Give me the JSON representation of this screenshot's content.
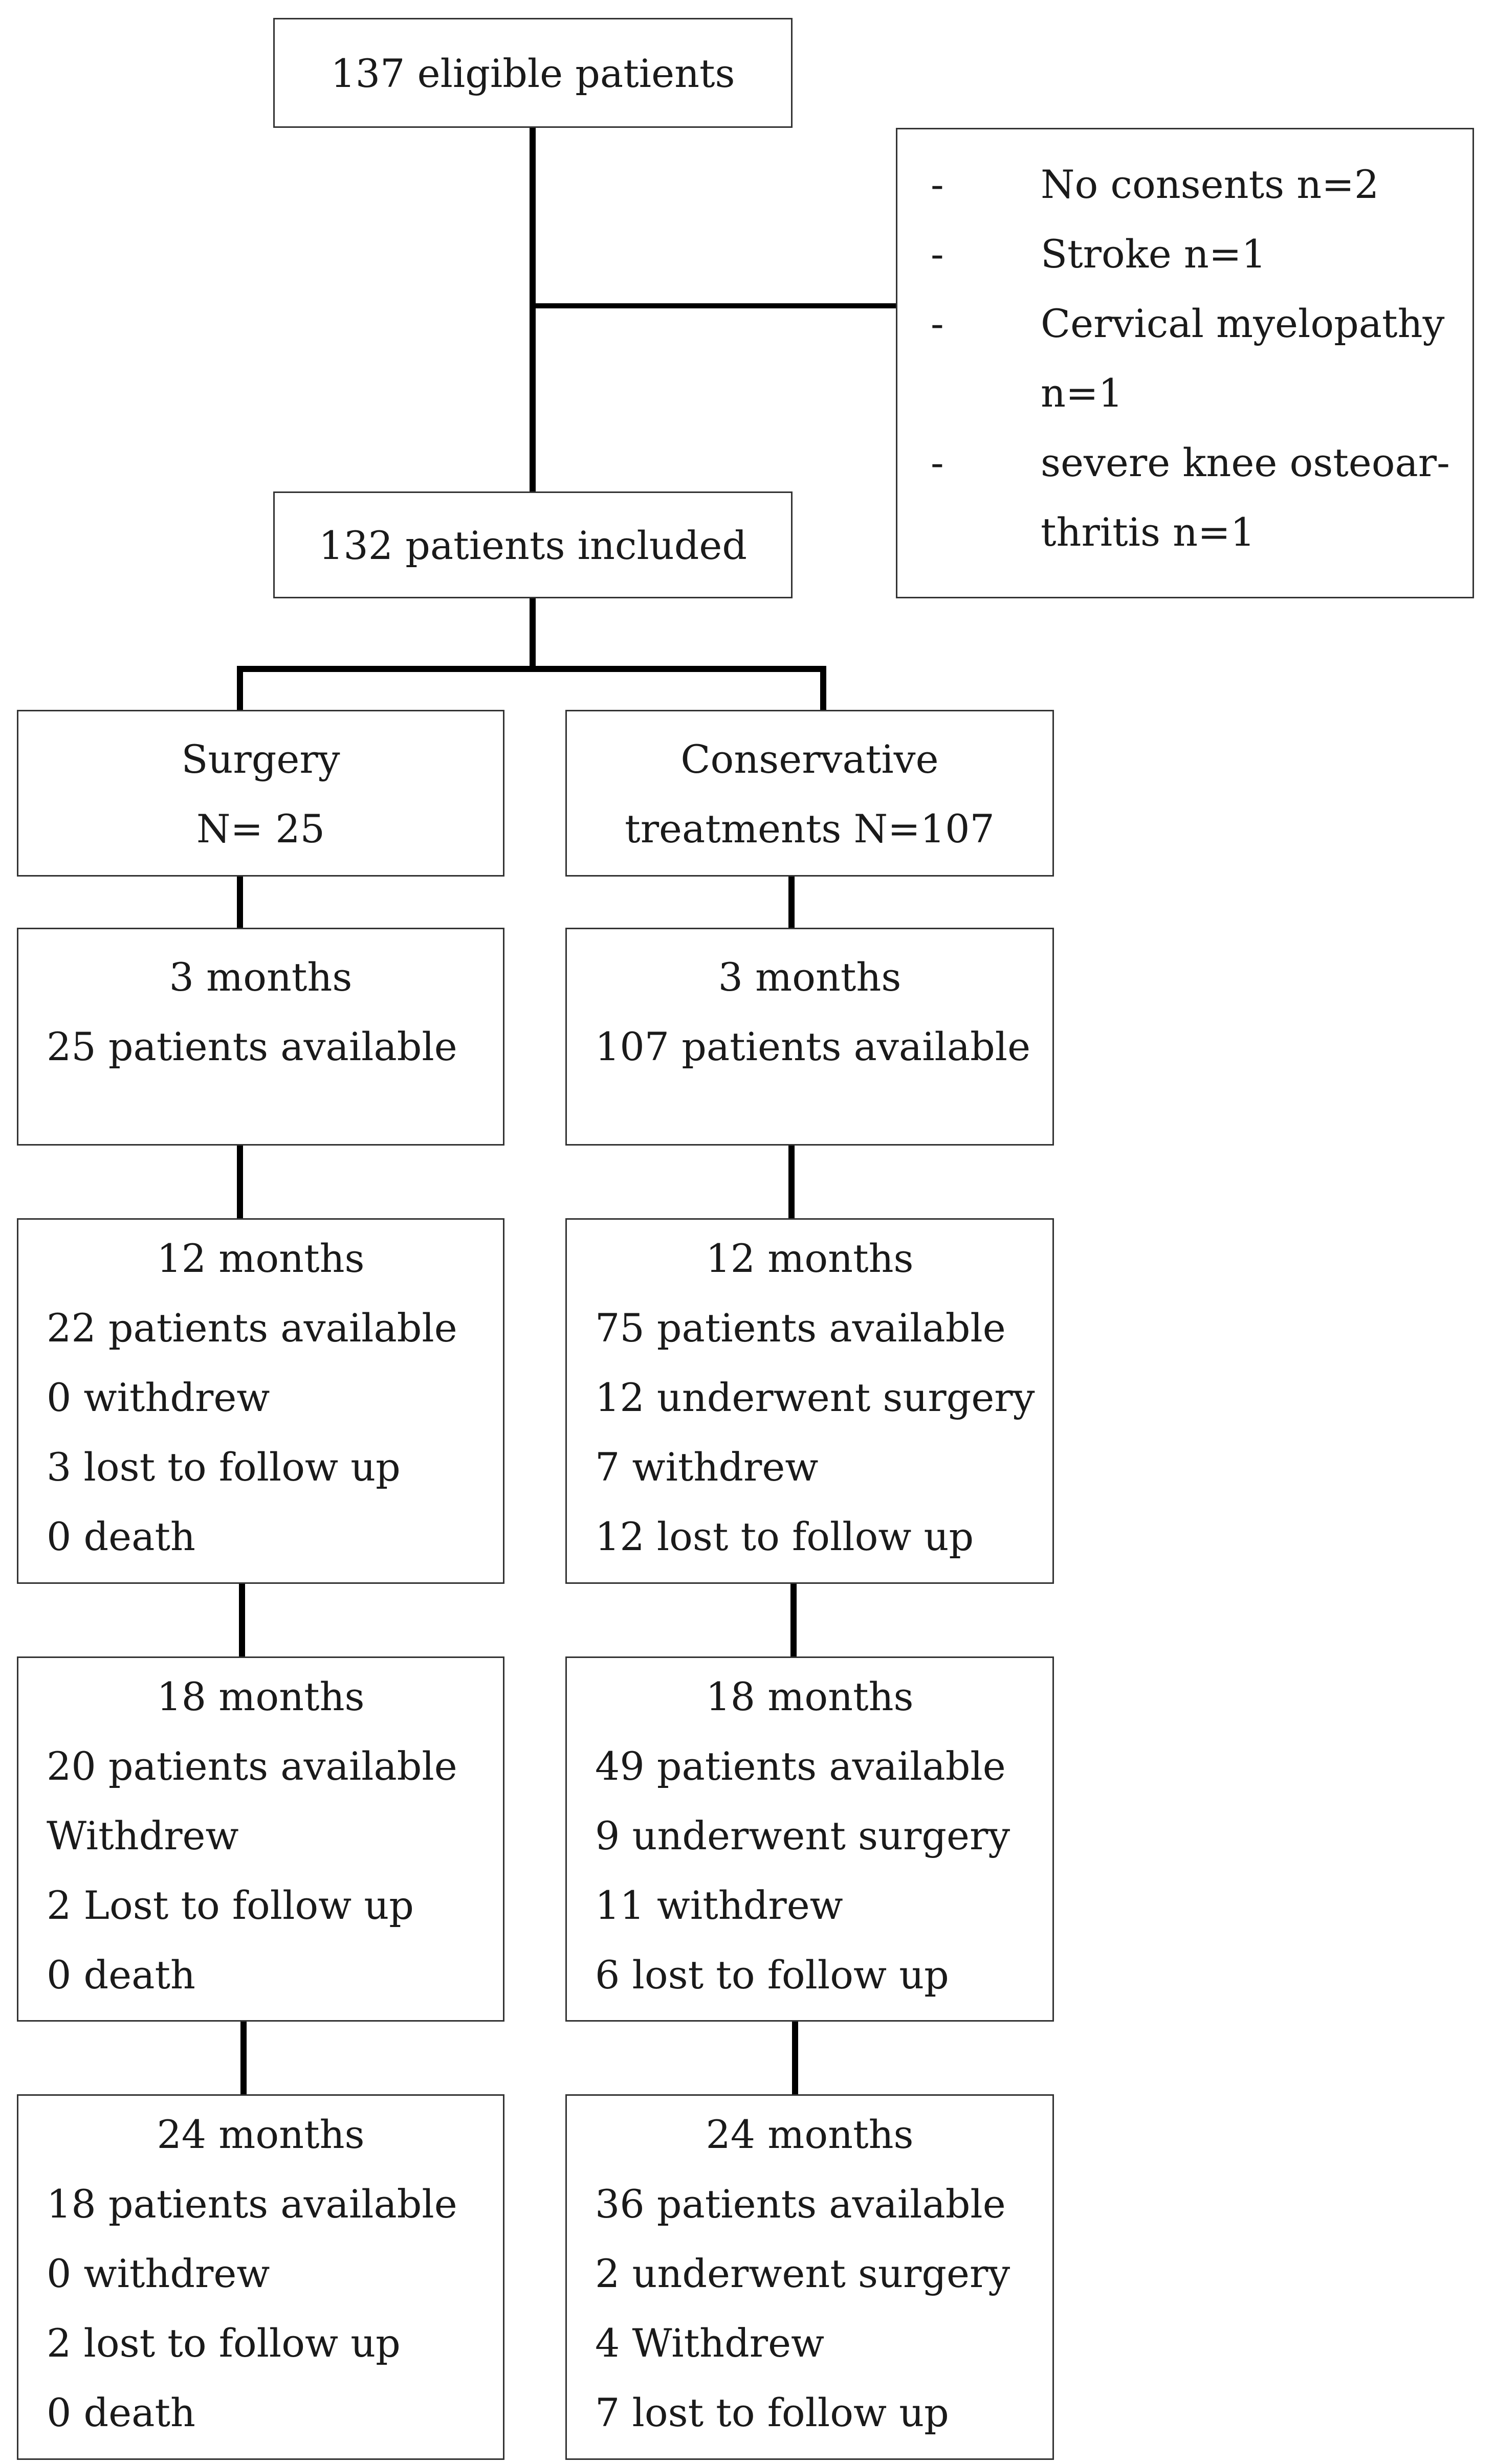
{
  "top": {
    "eligible": "137 eligible patients",
    "included": "132 patients included"
  },
  "exclusions": {
    "items": [
      {
        "dash": "-",
        "text": "No consents n=2"
      },
      {
        "dash": "-",
        "text": "Stroke n=1"
      },
      {
        "dash": "-",
        "text": "Cervical myelopathy",
        "cont": "n=1"
      },
      {
        "dash": "-",
        "text": "severe knee osteoar-",
        "cont": "thritis n=1"
      }
    ]
  },
  "surgery": {
    "header": [
      "Surgery",
      "N= 25"
    ],
    "m3": [
      "3 months",
      "25 patients available"
    ],
    "m12": [
      "12 months",
      "22 patients available",
      "0 withdrew",
      "3 lost to follow up",
      "0 death"
    ],
    "m18": [
      "18 months",
      "20 patients available",
      "Withdrew",
      "2 Lost to follow up",
      "0 death"
    ],
    "m24": [
      "24 months",
      "18 patients available",
      "0 withdrew",
      "2 lost to follow up",
      "0 death"
    ]
  },
  "conservative": {
    "header": [
      "Conservative",
      "treatments N=107"
    ],
    "m3": [
      "3 months",
      "107 patients available"
    ],
    "m12": [
      "12 months",
      "75 patients available",
      "12 underwent surgery",
      "7 withdrew",
      "12 lost to follow up"
    ],
    "m18": [
      "18 months",
      "49 patients available",
      "9 underwent surgery",
      "11 withdrew",
      "6 lost to follow up"
    ],
    "m24": [
      "24 months",
      "36 patients available",
      "2 underwent surgery",
      "4 Withdrew",
      "7 lost to follow up"
    ]
  }
}
